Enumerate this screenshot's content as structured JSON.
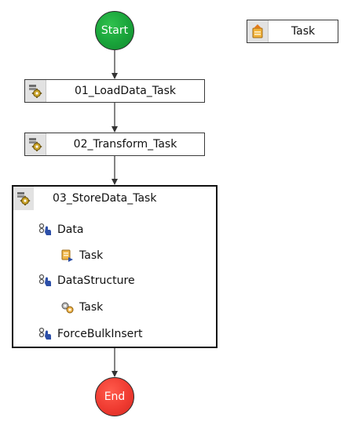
{
  "nodes": {
    "start": {
      "label": "Start",
      "color": "#19a33a"
    },
    "end": {
      "label": "End",
      "color": "#ef3b31"
    },
    "legend": {
      "label": "Task"
    },
    "load": {
      "label": "01_LoadData_Task"
    },
    "transform": {
      "label": "02_Transform_Task"
    },
    "store": {
      "label": "03_StoreData_Task",
      "params": [
        {
          "label": "Data",
          "child": {
            "label": "Task"
          }
        },
        {
          "label": "DataStructure",
          "child": {
            "label": "Task"
          }
        },
        {
          "label": "ForceBulkInsert"
        }
      ]
    }
  },
  "icons": {
    "task": "gear-task-icon",
    "legend": "task-up-icon",
    "parameter": "parameter-icon",
    "data_task": "data-task-icon",
    "structure_task": "structure-task-icon"
  }
}
